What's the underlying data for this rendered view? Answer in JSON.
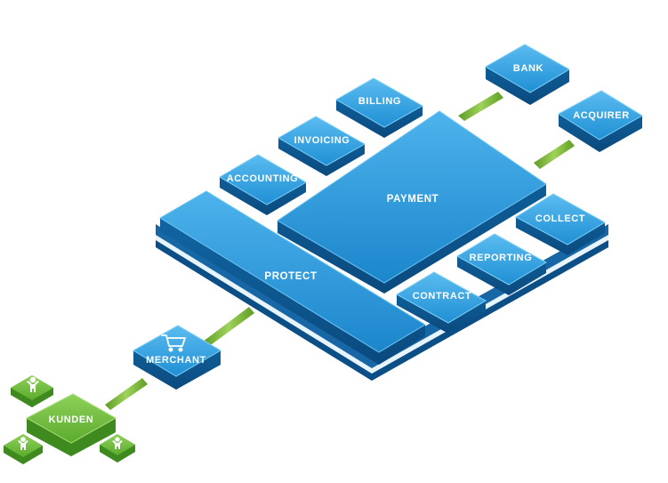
{
  "nodes": {
    "bank": "BANK",
    "acquirer": "ACQUIRER",
    "billing": "BILLING",
    "invoicing": "INVOICING",
    "accounting": "ACCOUNTING",
    "payment": "PAYMENT",
    "collect": "COLLECT",
    "reporting": "REPORTING",
    "contract": "CONTRACT",
    "protect": "PROTECT",
    "merchant": "MERCHANT",
    "kunden": "KUNDEN"
  },
  "icons": {
    "merchant": "shopping-cart-icon",
    "customers": "person-icon"
  },
  "colors": {
    "blue_top": "#2d9fe0",
    "blue_light": "#5bbcf0",
    "blue_side": "#0d5b98",
    "blue_dark": "#0a4577",
    "green_top": "#6fbf3f",
    "green_side": "#3f8a1f",
    "connector": "#7ab83a"
  }
}
